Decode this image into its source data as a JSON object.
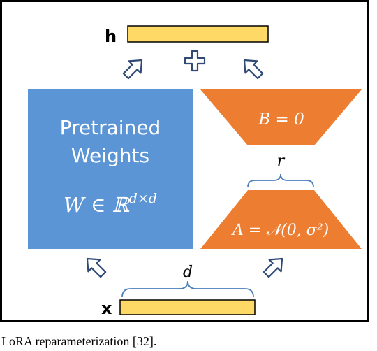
{
  "figure": {
    "output_label": "h",
    "input_label": "x",
    "pretrained_line1": "Pretrained",
    "pretrained_line2": "Weights",
    "pretrained_formula_base": "W ∈ ℝ",
    "pretrained_formula_sup": "d×d",
    "matrix_b_label": "B = 0",
    "matrix_a_label": "A = 𝒩(0, σ²)",
    "rank_label": "r",
    "dim_label": "d",
    "caption": "LoRA reparameterization [32]."
  },
  "colors": {
    "pretrained_fill": "#5b95d5",
    "lora_fill": "#ed7d31",
    "vector_fill": "#ffd966",
    "vector_stroke": "#000000",
    "brace": "#4a7ebb",
    "arrow_stroke": "#2e4a75",
    "frame": "#000000"
  },
  "icons": [
    "up-right-arrow-icon",
    "up-left-arrow-icon",
    "plus-icon"
  ]
}
